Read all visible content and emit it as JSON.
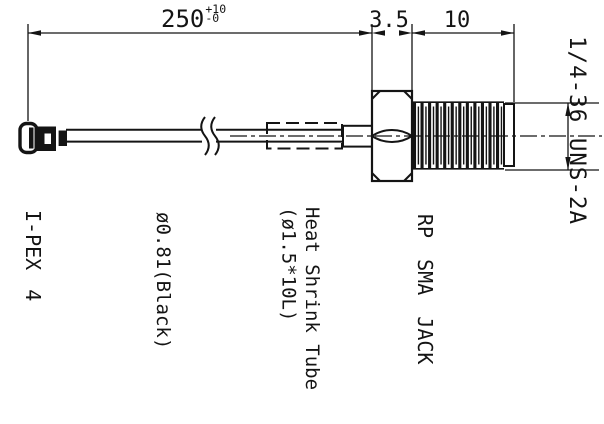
{
  "dimensions": {
    "cable_length": {
      "value": "250",
      "tol_plus": "+10",
      "tol_minus": "-0"
    },
    "hex_width": "3.5",
    "thread_length": "10",
    "thread_spec": "1/4-36 UNS-2A"
  },
  "part_labels": {
    "left_connector": "I-PEX 4",
    "cable": "ø0.81(Black)",
    "heat_shrink_line1": "Heat Shrink Tube",
    "heat_shrink_line2": "(ø1.5*10L)",
    "right_connector": "RP SMA JACK"
  },
  "colors": {
    "ink": "#141414",
    "paper": "#ffffff"
  }
}
